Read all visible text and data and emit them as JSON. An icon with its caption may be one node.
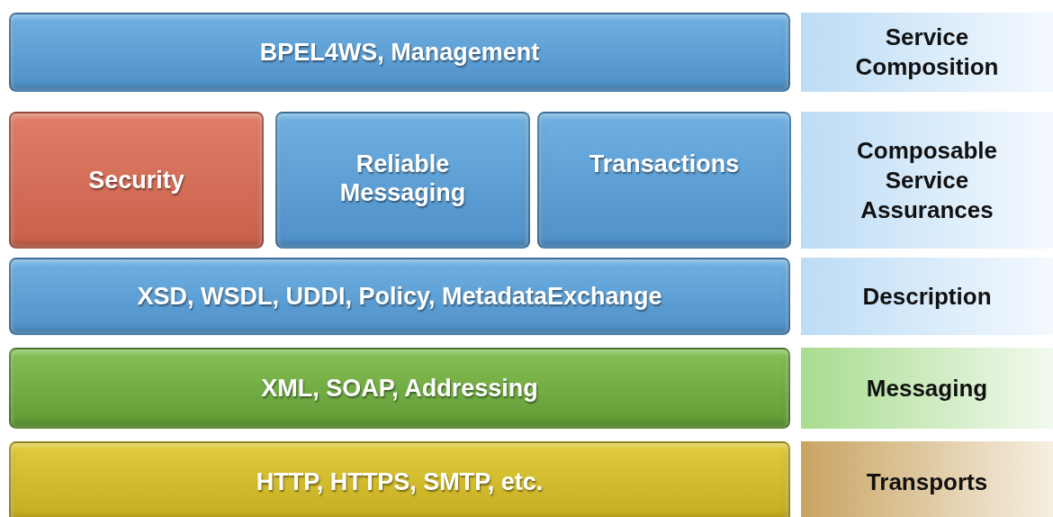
{
  "diagram": {
    "nodes": [
      {
        "text": [
          "BPEL4WS, Management"
        ]
      },
      {
        "text": [
          "Service Composition"
        ]
      },
      {
        "text": [
          "Security"
        ]
      },
      {
        "text": [
          "Reliable Messaging"
        ]
      },
      {
        "text": [
          "Transactions"
        ]
      },
      {
        "text": [
          "Composable Service Assurances"
        ]
      },
      {
        "text": [
          "XSD, WSDL, UDDI, Policy, MetadataExchange"
        ]
      },
      {
        "text": [
          "Description"
        ]
      },
      {
        "text": [
          "XML, SOAP, Addressing"
        ]
      },
      {
        "text": [
          "Messaging"
        ]
      },
      {
        "text": [
          "HTTP, HTTPS, SMTP, etc."
        ]
      },
      {
        "text": [
          "Transports"
        ]
      }
    ]
  }
}
